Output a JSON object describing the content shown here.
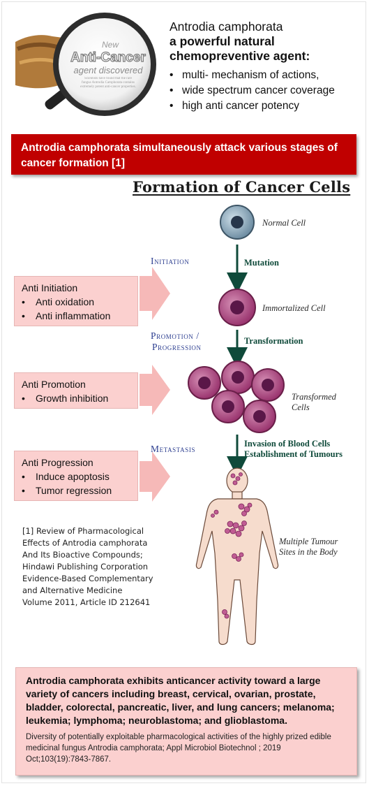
{
  "hero": {
    "lens_line1": "New",
    "lens_line2": "Anti-Cancer",
    "lens_line3": "agent discovered",
    "lens_small": "Scientists have found that the rare fungus Antrodia Camphorata contains extremely potent anti-cancer properties."
  },
  "intro": {
    "title": "Antrodia camphorata",
    "subtitle": "a powerful natural chemopreventive agent:",
    "bullets": [
      "multi- mechanism of actions,",
      "wide spectrum cancer coverage",
      "high anti cancer potency"
    ]
  },
  "banner": {
    "text": "Antrodia camphorata  simultaneously attack various stages of cancer formation [1]"
  },
  "diagram": {
    "title": "Formation of Cancer Cells",
    "phases": {
      "initiation": "Initiation",
      "promotion": "Promotion /",
      "progression": "Progression",
      "metastasis": "Metastasis"
    },
    "steps": {
      "mutation": "Mutation",
      "transformation": "Transformation",
      "invasion1": "Invasion of Blood Cells",
      "invasion2": "Establishment of Tumours"
    },
    "cells": {
      "normal": "Normal Cell",
      "immortalized": "Immortalized Cell",
      "transformed1": "Transformed",
      "transformed2": "Cells",
      "sites1": "Multiple Tumour",
      "sites2": "Sites in the Body"
    }
  },
  "boxes": [
    {
      "title": "Anti Initiation",
      "items": [
        "Anti oxidation",
        "Anti inflammation"
      ]
    },
    {
      "title": "Anti Promotion",
      "items": [
        "Growth inhibition"
      ]
    },
    {
      "title": "Anti Progression",
      "items": [
        "Induce apoptosis",
        "Tumor regression"
      ]
    }
  ],
  "reference": {
    "lines": [
      "[1] Review of Pharmacological",
      "Effects of Antrodia camphorata",
      "And Its Bioactive Compounds;",
      "Hindawi Publishing Corporation",
      "Evidence-Based Complementary",
      "and Alternative Medicine",
      "Volume 2011, Article ID 212641"
    ]
  },
  "bottom": {
    "text": "Antrodia camphorata  exhibits anticancer activity toward a large variety of cancers including breast, cervical, ovarian, prostate, bladder, colorectal, pancreatic, liver, and lung cancers; melanoma; leukemia; lymphoma; neuroblastoma; and glioblastoma.",
    "citation": "Diversity of potentially exploitable pharmacological activities of the highly prized edible medicinal fungus Antrodia camphorata; Appl Microbiol Biotechnol ; 2019 Oct;103(19):7843-7867."
  },
  "colors": {
    "banner": "#c00000",
    "box": "#fbd0cf",
    "arrow": "#f6b9b8",
    "cell": "#a2407a",
    "phase_text": "#2b3d8f",
    "step_text": "#0f4a3a"
  }
}
